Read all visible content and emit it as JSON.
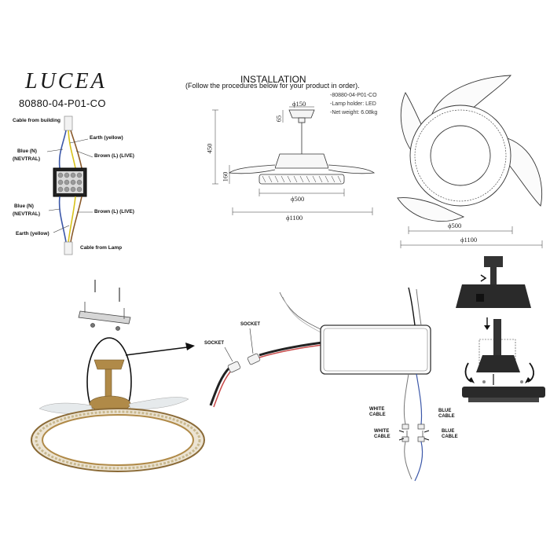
{
  "brand": "LUCEA",
  "model": "80880-04-P01-CO",
  "installation": {
    "title": "INSTALLATION",
    "subtitle": "(Follow the procedures below for your product in order).",
    "specs": [
      "-80880-04-P01-CO",
      "-Lamp holder: LED",
      "-Net weight: 6.08kg"
    ]
  },
  "wiring": {
    "cable_from_building": "Cable from building",
    "earth_top": "Earth (yellow)",
    "blue_top_1": "Blue (N)",
    "blue_top_2": "(NEVTRAL)",
    "brown_top": "Brown (L) (LIVE)",
    "blue_bottom_1": "Blue (N)",
    "blue_bottom_2": "(NEVTRAL)",
    "brown_bottom": "Brown (L) (LIVE)",
    "earth_bottom": "Earth (yellow)",
    "cable_from_lamp": "Cable from Lamp"
  },
  "dimensions": {
    "top_diameter": "ϕ150",
    "canopy_height": "65",
    "total_height": "450",
    "lower_height": "160",
    "lamp_diameter": "ϕ500",
    "blade_span": "ϕ1100",
    "top_view_lamp": "ϕ500",
    "top_view_span": "ϕ1100"
  },
  "connectors": {
    "socket_left": "SOCKET",
    "socket_right": "SOCKET",
    "white_cable_1": "WHITE\nCABLE",
    "white_cable_2": "WHITE\nCABLE",
    "blue_cable_1": "BLUE\nCABLE",
    "blue_cable_2": "BLUE\nCABLE"
  },
  "colors": {
    "brass": "#b08a48",
    "dark": "#2a2a2a",
    "blade": "#d9dde0"
  }
}
